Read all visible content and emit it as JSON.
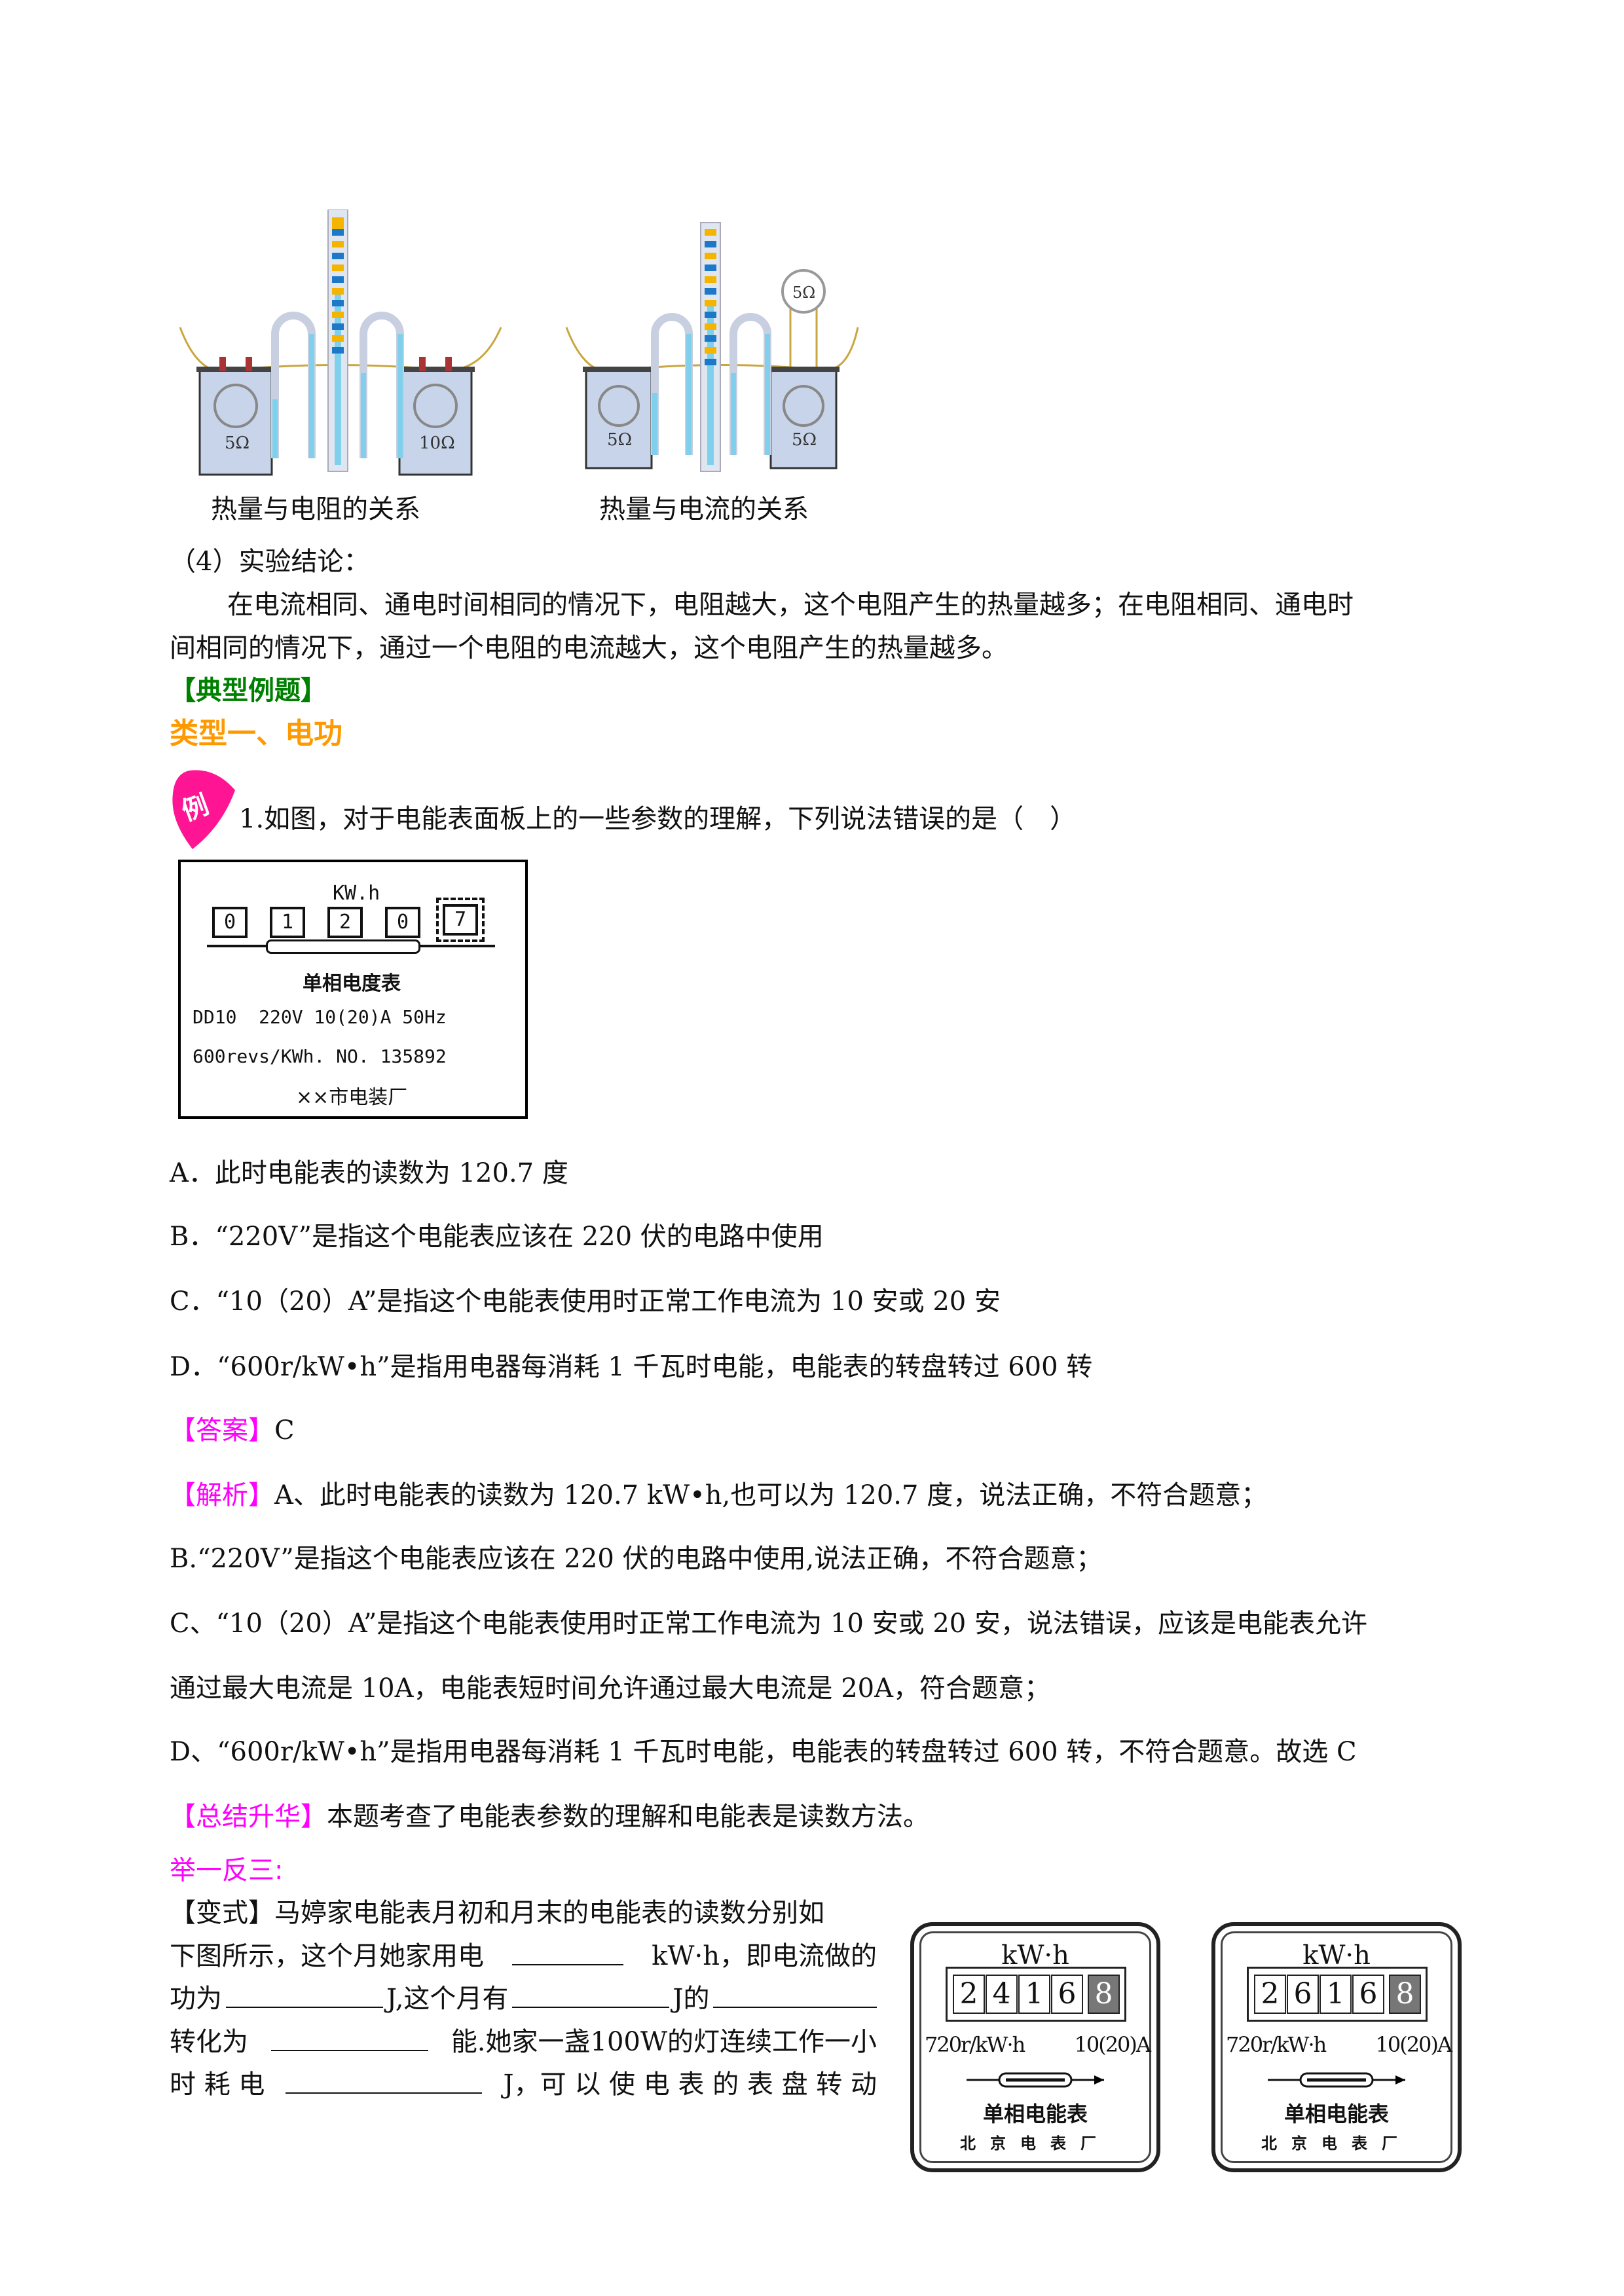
{
  "figures": {
    "left": {
      "caption": "热量与电阻的关系",
      "r1": "5Ω",
      "r2": "10Ω"
    },
    "right": {
      "caption": "热量与电流的关系",
      "r1": "5Ω",
      "r2": "5Ω",
      "r3": "5Ω"
    }
  },
  "conclusion": {
    "heading": "（4）实验结论：",
    "line1": "在电流相同、通电时间相同的情况下，电阻越大，这个电阻产生的热量越多；在电阻相同、通电时",
    "line2": "间相同的情况下，通过一个电阻的电流越大，这个电阻产生的热量越多。"
  },
  "section": {
    "typical": "【典型例题】",
    "type1": "类型一、电功",
    "example_badge": "例"
  },
  "question": {
    "text": "1.如图，对于电能表面板上的一些参数的理解，下列说法错误的是（　）"
  },
  "meter1": {
    "unit": "KW.h",
    "digits": [
      "0",
      "1",
      "2",
      "0",
      "7"
    ],
    "name": "单相电度表",
    "spec1": "DD10  220V 10(20)A 50Hz",
    "spec2": "600revs/KWh. NO. 135892",
    "maker": "××市电装厂"
  },
  "options": [
    "A．此时电能表的读数为 120.7 度",
    "B．“220V”是指这个电能表应该在 220 伏的电路中使用",
    "C．“10（20）A”是指这个电能表使用时正常工作电流为 10 安或 20 安",
    "D．“600r/kW•h”是指用电器每消耗 1 千瓦时电能，电能表的转盘转过 600 转"
  ],
  "answer": {
    "label": "【答案】",
    "value": "C"
  },
  "analysis": {
    "label": "【解析】",
    "line1": "A、此时电能表的读数为 120.7 kW•h,也可以为 120.7 度，说法正确，不符合题意；",
    "line2": "B.“220V”是指这个电能表应该在 220 伏的电路中使用,说法正确，不符合题意；",
    "line3": "C、“10（20）A”是指这个电能表使用时正常工作电流为 10 安或 20 安，说法错误，应该是电能表允许",
    "line4": "通过最大电流是 10A，电能表短时间允许通过最大电流是 20A，符合题意；",
    "line5": "D、“600r/kW•h”是指用电器每消耗 1 千瓦时电能，电能表的转盘转过 600 转，不符合题意。故选 C"
  },
  "summary": {
    "label": "【总结升华】",
    "text": "本题考查了电能表参数的理解和电能表是读数方法。"
  },
  "practice": {
    "heading": "举一反三:",
    "lines": [
      [
        {
          "t": "【变式】马婷家电能表月初和月末的电能表的读数分别如"
        }
      ],
      [
        {
          "t": "下图所示，这个月她家用电"
        },
        {
          "b": 170
        },
        {
          "t": "kW·h，即电流做的"
        }
      ],
      [
        {
          "t": "功为"
        },
        {
          "b": 240
        },
        {
          "t": "J,这个月有"
        },
        {
          "b": 240
        },
        {
          "t": "J的"
        },
        {
          "b": 250
        }
      ],
      [
        {
          "t": "转化为"
        },
        {
          "b": 240
        },
        {
          "t": "能.她家一盏100W的灯连续工作一小"
        }
      ],
      [
        {
          "t": "时 耗 电"
        },
        {
          "b": 300
        },
        {
          "t": "J，可 以 使 电 表 的 表 盘 转 动"
        }
      ]
    ]
  },
  "meters2": [
    {
      "unit": "kW·h",
      "digits": [
        "2",
        "4",
        "1",
        "6",
        "8"
      ],
      "spec_left": "720r/kW·h",
      "spec_right": "10(20)A",
      "name": "单相电能表",
      "maker": "北京电表厂"
    },
    {
      "unit": "kW·h",
      "digits": [
        "2",
        "6",
        "1",
        "6",
        "8"
      ],
      "spec_left": "720r/kW·h",
      "spec_right": "10(20)A",
      "name": "单相电能表",
      "maker": "北京电表厂"
    }
  ],
  "colors": {
    "green": "#008000",
    "orange": "#FF9900",
    "magenta": "#FF00FF",
    "badge": "#FF1493",
    "liquid": "#7fd0ec"
  }
}
